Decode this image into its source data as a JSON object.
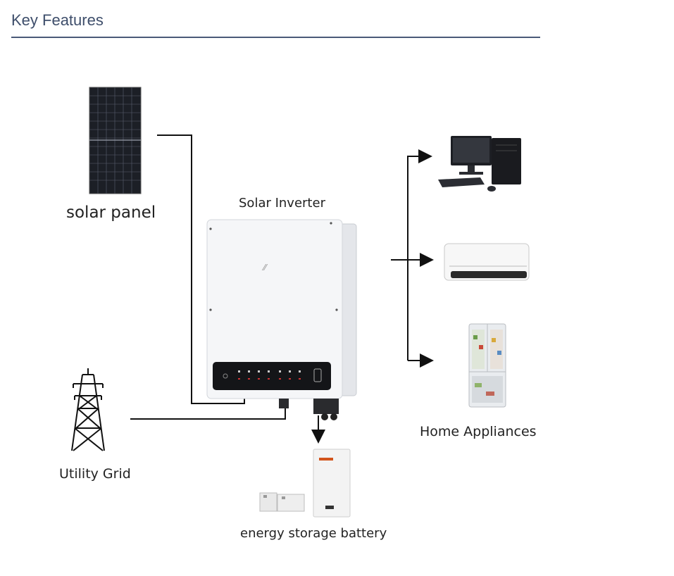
{
  "header": {
    "title": "Key Features"
  },
  "diagram": {
    "solar_panel_label": "solar panel",
    "inverter_label": "Solar Inverter",
    "grid_label": "Utility Grid",
    "battery_label": "energy storage battery",
    "appliances_label": "Home Appliances"
  },
  "colors": {
    "title": "#3e4e6b",
    "rule": "#4a5a78",
    "line": "#111111"
  }
}
